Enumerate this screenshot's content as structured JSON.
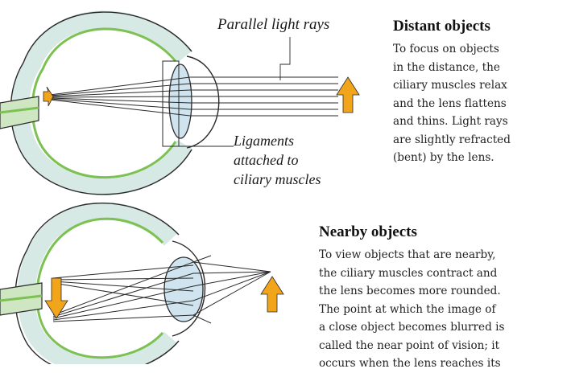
{
  "labels": {
    "parallel_rays": "Parallel light rays",
    "ligaments": [
      "Ligaments",
      "attached to",
      "ciliary muscles"
    ]
  },
  "distant": {
    "heading": "Distant objects",
    "lines": [
      "To focus on objects",
      "in the distance, the",
      "ciliary muscles relax",
      "and the lens flattens",
      "and thins. Light rays",
      "are slightly refracted",
      "(bent) by the lens."
    ]
  },
  "nearby": {
    "heading": "Nearby objects",
    "lines": [
      "To view objects that are nearby,",
      "the ciliary muscles contract and",
      "the lens becomes more rounded.",
      "The point at which the image of",
      "a close object becomes blurred is",
      "called the near point of vision; it",
      "occurs when the lens reaches its"
    ]
  },
  "colors": {
    "sclera": "#d7e9e4",
    "retina": "#7cc152",
    "outline": "#2a2a2a",
    "arrow": "#f2a51a",
    "lens": "#cfe4ef"
  }
}
